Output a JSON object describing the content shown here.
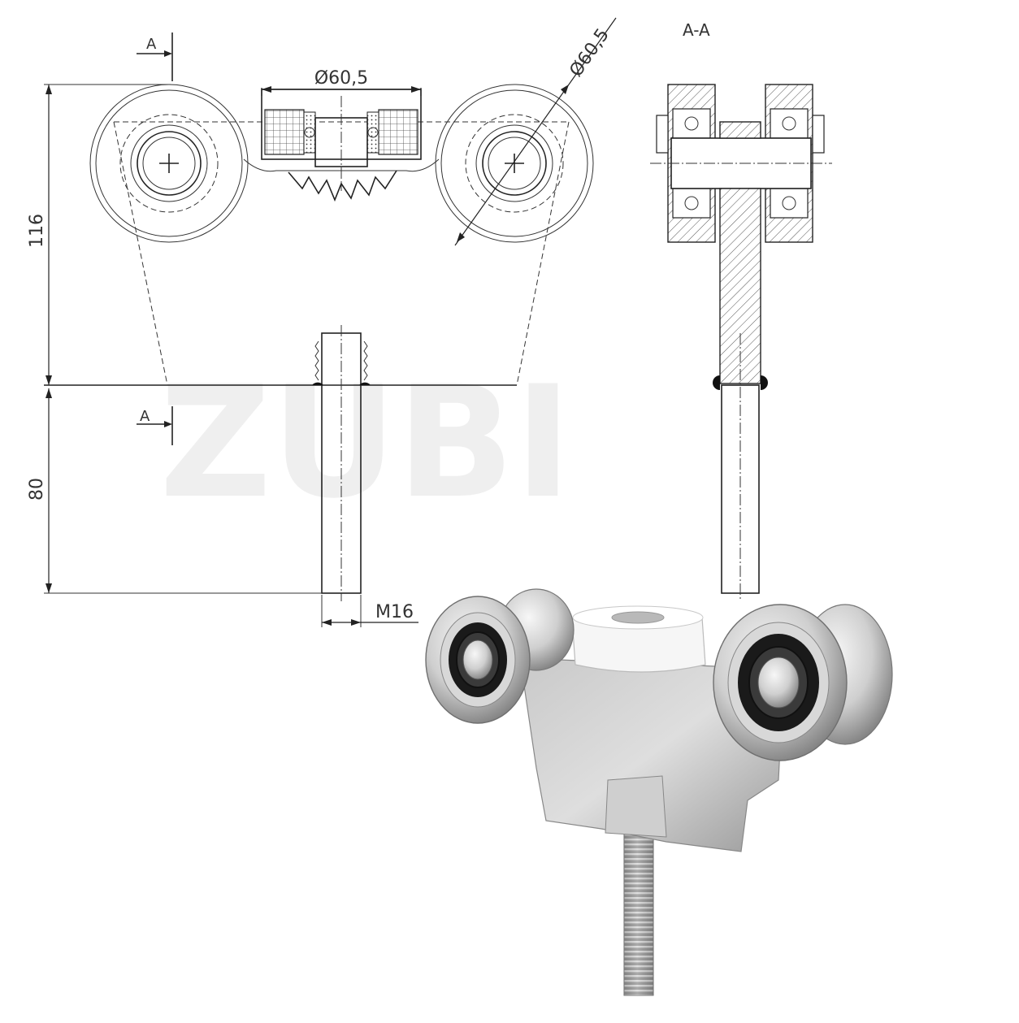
{
  "drawing": {
    "section_marker_top": "A",
    "section_marker_bottom": "A",
    "section_title": "A-A",
    "dim_wheel_diameter_top": "Ø60,5",
    "dim_wheel_diameter_diag": "Ø60,5",
    "dim_height_body": "116",
    "dim_height_bolt": "80",
    "dim_thread": "M16",
    "watermark": "ZUBI"
  },
  "colors": {
    "line": "#222222",
    "hatch": "#555555",
    "steel_light": "#e4e4e4",
    "steel_dark": "#8a8a8a",
    "bearing_black": "#1a1a1a",
    "nylon_white": "#f4f4f4"
  },
  "photo": {
    "subject": "cantilever gate roller carriage with four steel wheels, white nylon guide roller and M16 threaded bolt"
  }
}
